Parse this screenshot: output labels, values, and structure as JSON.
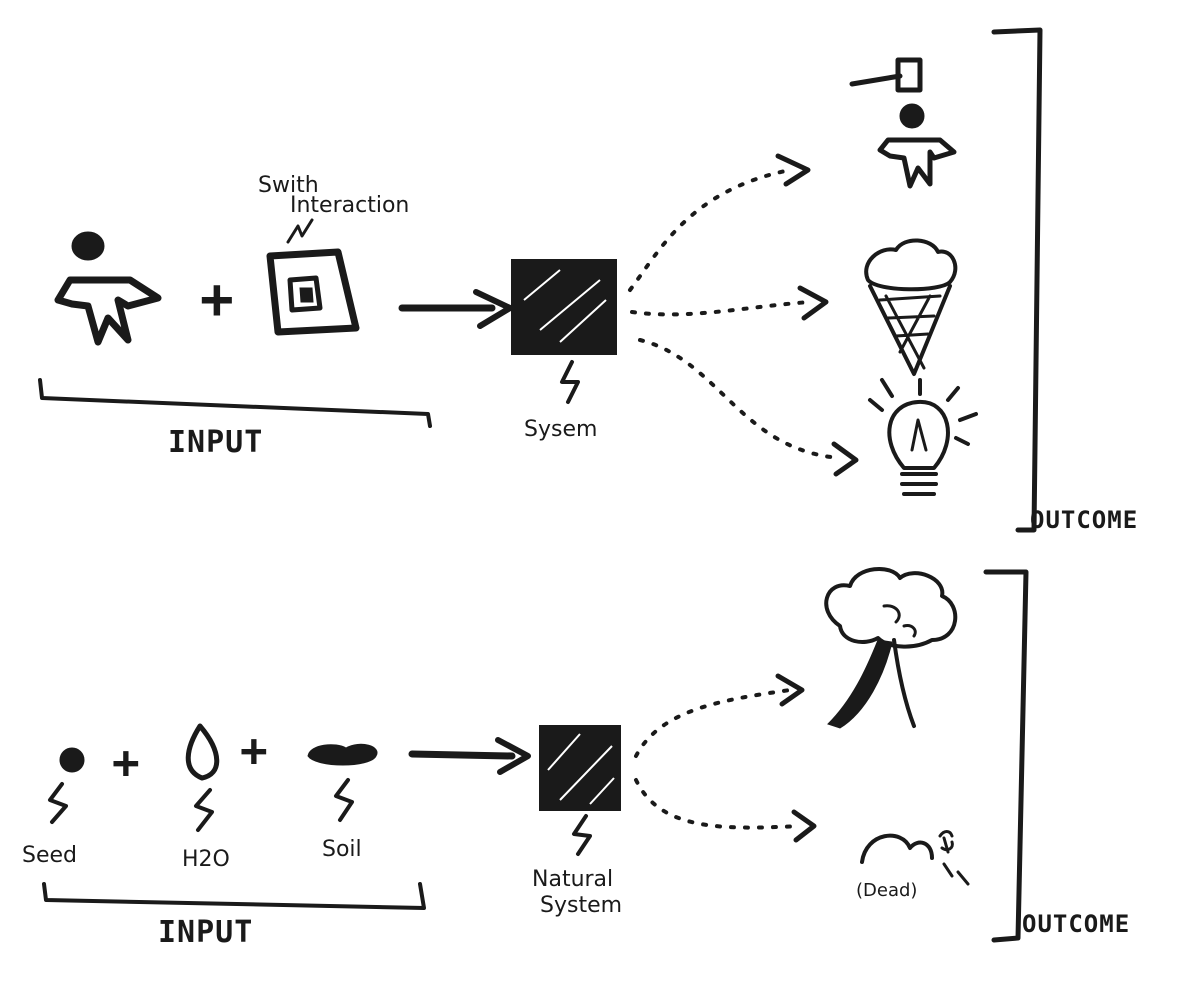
{
  "top_flow": {
    "switch_label_line1": "Swith",
    "switch_label_line2": "Interaction",
    "input_label": "INPUT",
    "system_label": "Sysem",
    "outcome_label": "OUTCOME"
  },
  "bottom_flow": {
    "seed_label": "Seed",
    "water_label": "H2O",
    "soil_label": "Soil",
    "input_label": "INPUT",
    "system_label_line1": "Natural",
    "system_label_line2": "System",
    "dead_label": "(Dead)",
    "outcome_label": "OUTCOME"
  },
  "symbols": {
    "plus": "+"
  },
  "colors": {
    "ink": "#1a1a1a",
    "paper": "#ffffff"
  }
}
